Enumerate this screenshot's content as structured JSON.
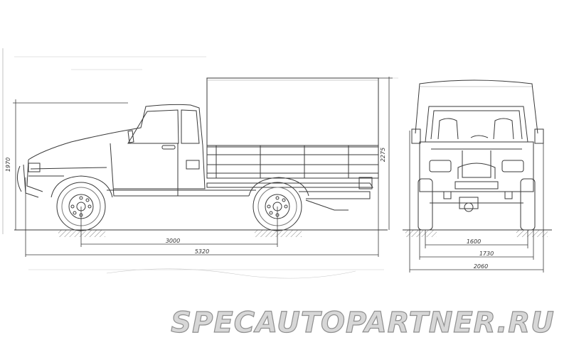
{
  "drawing": {
    "side_view": {
      "dimensions": {
        "wheelbase": "3000",
        "overall_length": "5320",
        "cab_height": "1970",
        "tent_height": "2275"
      }
    },
    "front_view": {
      "dimensions": {
        "track": "1600",
        "body_width": "1730",
        "overall_width": "2060"
      }
    }
  },
  "watermark": {
    "text": "SPECAUTOPARTNER.RU",
    "fill": "#d7d7d7",
    "stroke": "#8f8f8f"
  },
  "colors": {
    "line": "#3a3a3a",
    "thin_line": "#7a7a7a",
    "background": "#ffffff"
  }
}
